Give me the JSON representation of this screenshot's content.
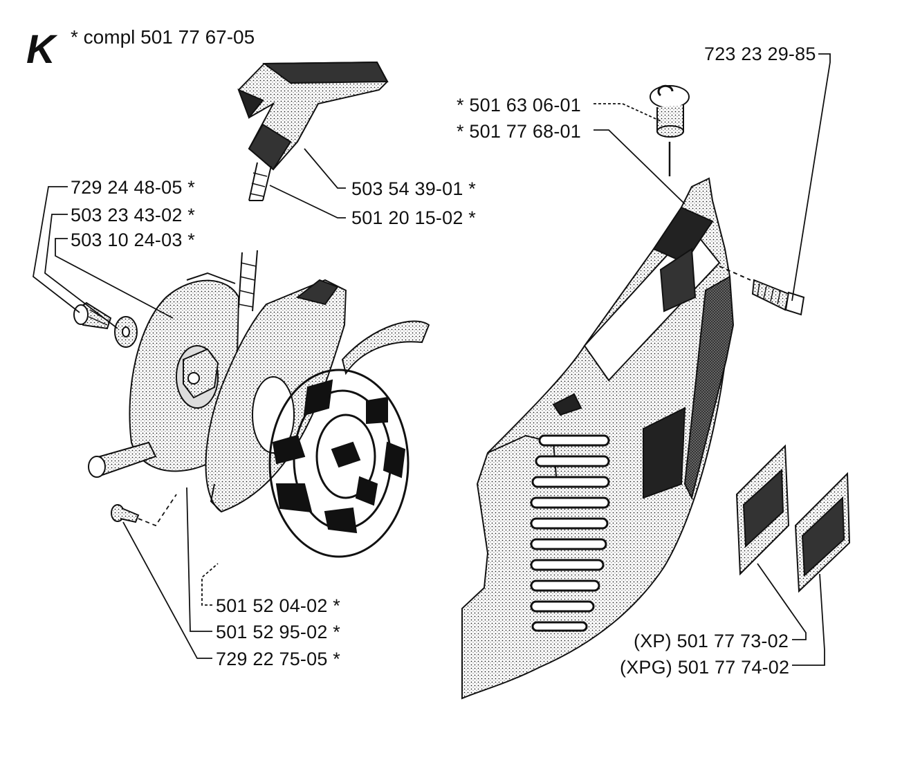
{
  "header": {
    "section_letter": "K",
    "assembly_note": "*  compl 501 77 67-05"
  },
  "labels": {
    "p_723_23_29_85": "723 23 29-85",
    "p_501_63_06_01": "*  501 63 06-01",
    "p_501_77_68_01": "*  501 77 68-01",
    "p_503_54_39_01": "503 54 39-01  *",
    "p_501_20_15_02": "501 20 15-02  *",
    "p_729_24_48_05": "729 24 48-05  *",
    "p_503_23_43_02": "503 23 43-02  *",
    "p_503_10_24_03": "503 10 24-03  *",
    "p_501_52_04_02": "501 52 04-02  *",
    "p_501_52_95_02": "501 52 95-02  *",
    "p_729_22_75_05": "729 22 75-05  *",
    "p_xp_501_77_73_02": "(XP) 501 77 73-02",
    "p_xpg_501_77_74_02": "(XPG) 501 77 74-02"
  },
  "colors": {
    "ink": "#111111",
    "paper": "#ffffff"
  }
}
